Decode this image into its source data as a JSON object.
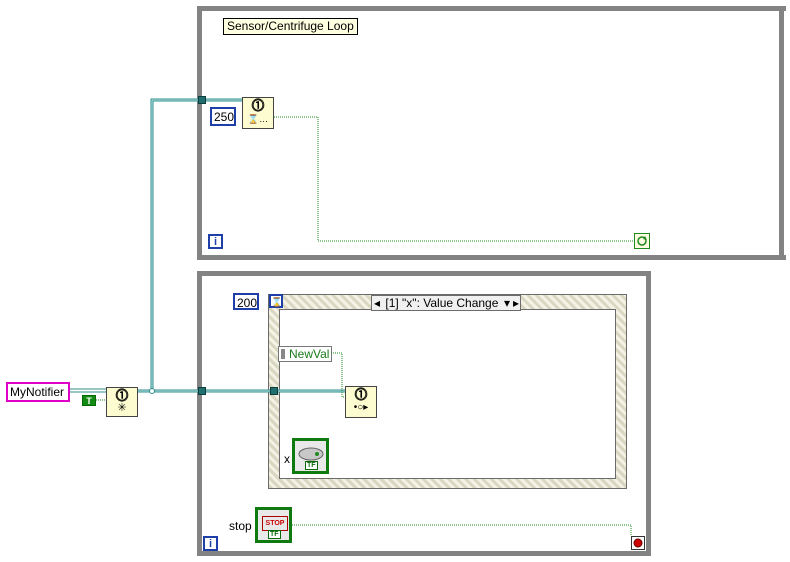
{
  "top_loop": {
    "label": "Sensor/Centrifuge Loop",
    "iteration_label": "i",
    "wait_ms": "250"
  },
  "bottom_loop": {
    "iteration_label": "i",
    "timeout_ms": "200",
    "event_case": "[1] \"x\": Value Change",
    "event_node_label": "NewVal",
    "control_label": "x",
    "stop_label": "stop",
    "stop_button_text": "STOP",
    "tf_label": "TF"
  },
  "notifier": {
    "name": "MyNotifier",
    "bool_const": "T"
  },
  "colors": {
    "loop_frame": "#838383",
    "boolean_wire": "#1f8a1f",
    "refnum_wire": "#2c8c8c",
    "numeric": "#1e3fa8",
    "notifier": "#e000c8"
  }
}
